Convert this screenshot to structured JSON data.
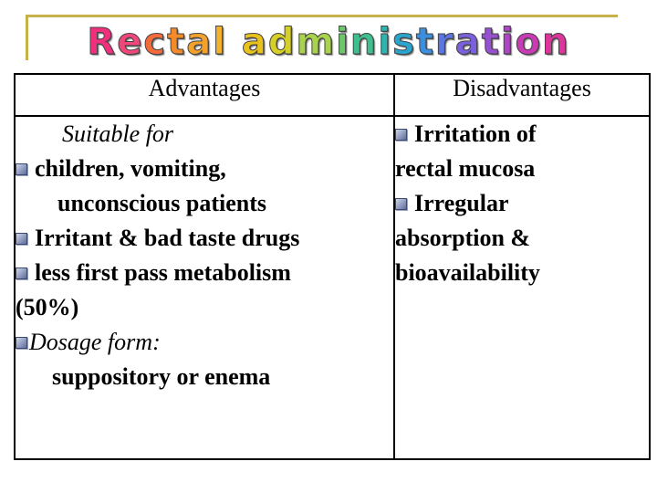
{
  "title": {
    "letters": [
      {
        "ch": "R",
        "color": "#f0307c"
      },
      {
        "ch": "e",
        "color": "#f1467a"
      },
      {
        "ch": "c",
        "color": "#f46a3a"
      },
      {
        "ch": "t",
        "color": "#f58a2a"
      },
      {
        "ch": "a",
        "color": "#f4a12b"
      },
      {
        "ch": "l",
        "color": "#f2b22d"
      },
      {
        "ch": " ",
        "color": "#ffffff"
      },
      {
        "ch": "a",
        "color": "#e9c21c"
      },
      {
        "ch": "d",
        "color": "#d6cf26"
      },
      {
        "ch": "m",
        "color": "#a9d34a"
      },
      {
        "ch": "i",
        "color": "#6dc86a"
      },
      {
        "ch": "n",
        "color": "#3fbf8d"
      },
      {
        "ch": "i",
        "color": "#2ab7b0"
      },
      {
        "ch": "s",
        "color": "#28a6cf"
      },
      {
        "ch": "t",
        "color": "#3a8fe0"
      },
      {
        "ch": "r",
        "color": "#5b75e2"
      },
      {
        "ch": "a",
        "color": "#7a60dc"
      },
      {
        "ch": "t",
        "color": "#9750d2"
      },
      {
        "ch": "i",
        "color": "#b043c7"
      },
      {
        "ch": "o",
        "color": "#c83bb4"
      },
      {
        "ch": "n",
        "color": "#dd359c"
      }
    ]
  },
  "table": {
    "headers": {
      "advantages": "Advantages",
      "disadvantages": "Disadvantages"
    },
    "advantages": {
      "suitable_for": "Suitable for",
      "item1": "children, vomiting,",
      "item1_cont": "unconscious patients",
      "item2": "Irritant & bad taste drugs",
      "item3": "less first pass metabolism",
      "item3_cont": "(50%)",
      "item4_label": "Dosage form",
      "item4_colon": ":",
      "item4_cont": "suppository or enema"
    },
    "disadvantages": {
      "item1": "Irritation of",
      "item1_cont": "rectal mucosa",
      "item2": "Irregular",
      "item2_cont": "absorption &",
      "item2_cont2": "bioavailability"
    }
  },
  "colors": {
    "frame": "#c8b04a",
    "bullet": "#5d6c9a",
    "border": "#000000"
  },
  "icons": {
    "bullet": "square-bullet-icon"
  }
}
